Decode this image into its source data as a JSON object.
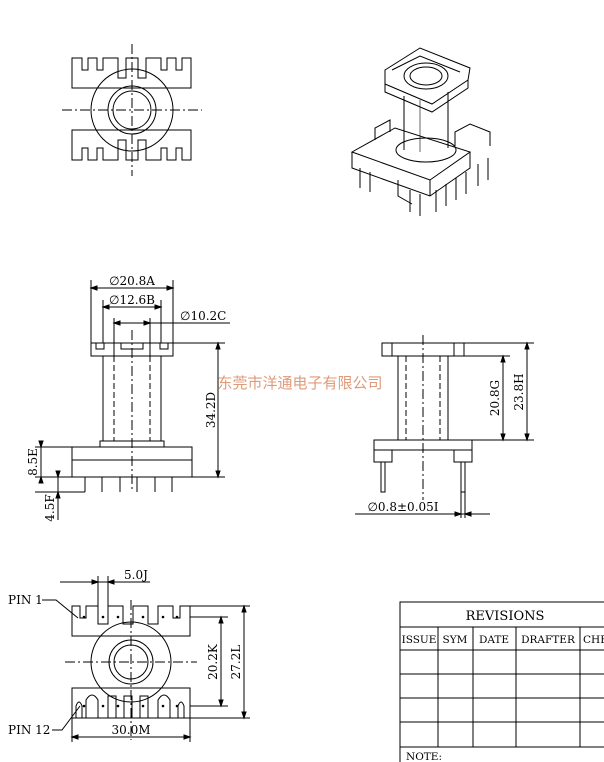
{
  "watermark": "东莞市洋通电子有限公司",
  "dims": {
    "A": "∅20.8A",
    "B": "∅12.6B",
    "C": "∅10.2C",
    "D": "34.2D",
    "E": "8.5E",
    "F": "4.5F",
    "G": "20.8G",
    "H": "23.8H",
    "I": "∅0.8±0.05I",
    "J": "5.0J",
    "K": "20.2K",
    "L": "27.2L",
    "M": "30.0M"
  },
  "pins": {
    "pin1": "PIN 1",
    "pin12": "PIN 12"
  },
  "revisions": {
    "title": "REVISIONS",
    "headers": [
      "ISSUE",
      "SYM",
      "DATE",
      "DRAFTER",
      "CHE"
    ],
    "note": "NOTE:"
  }
}
